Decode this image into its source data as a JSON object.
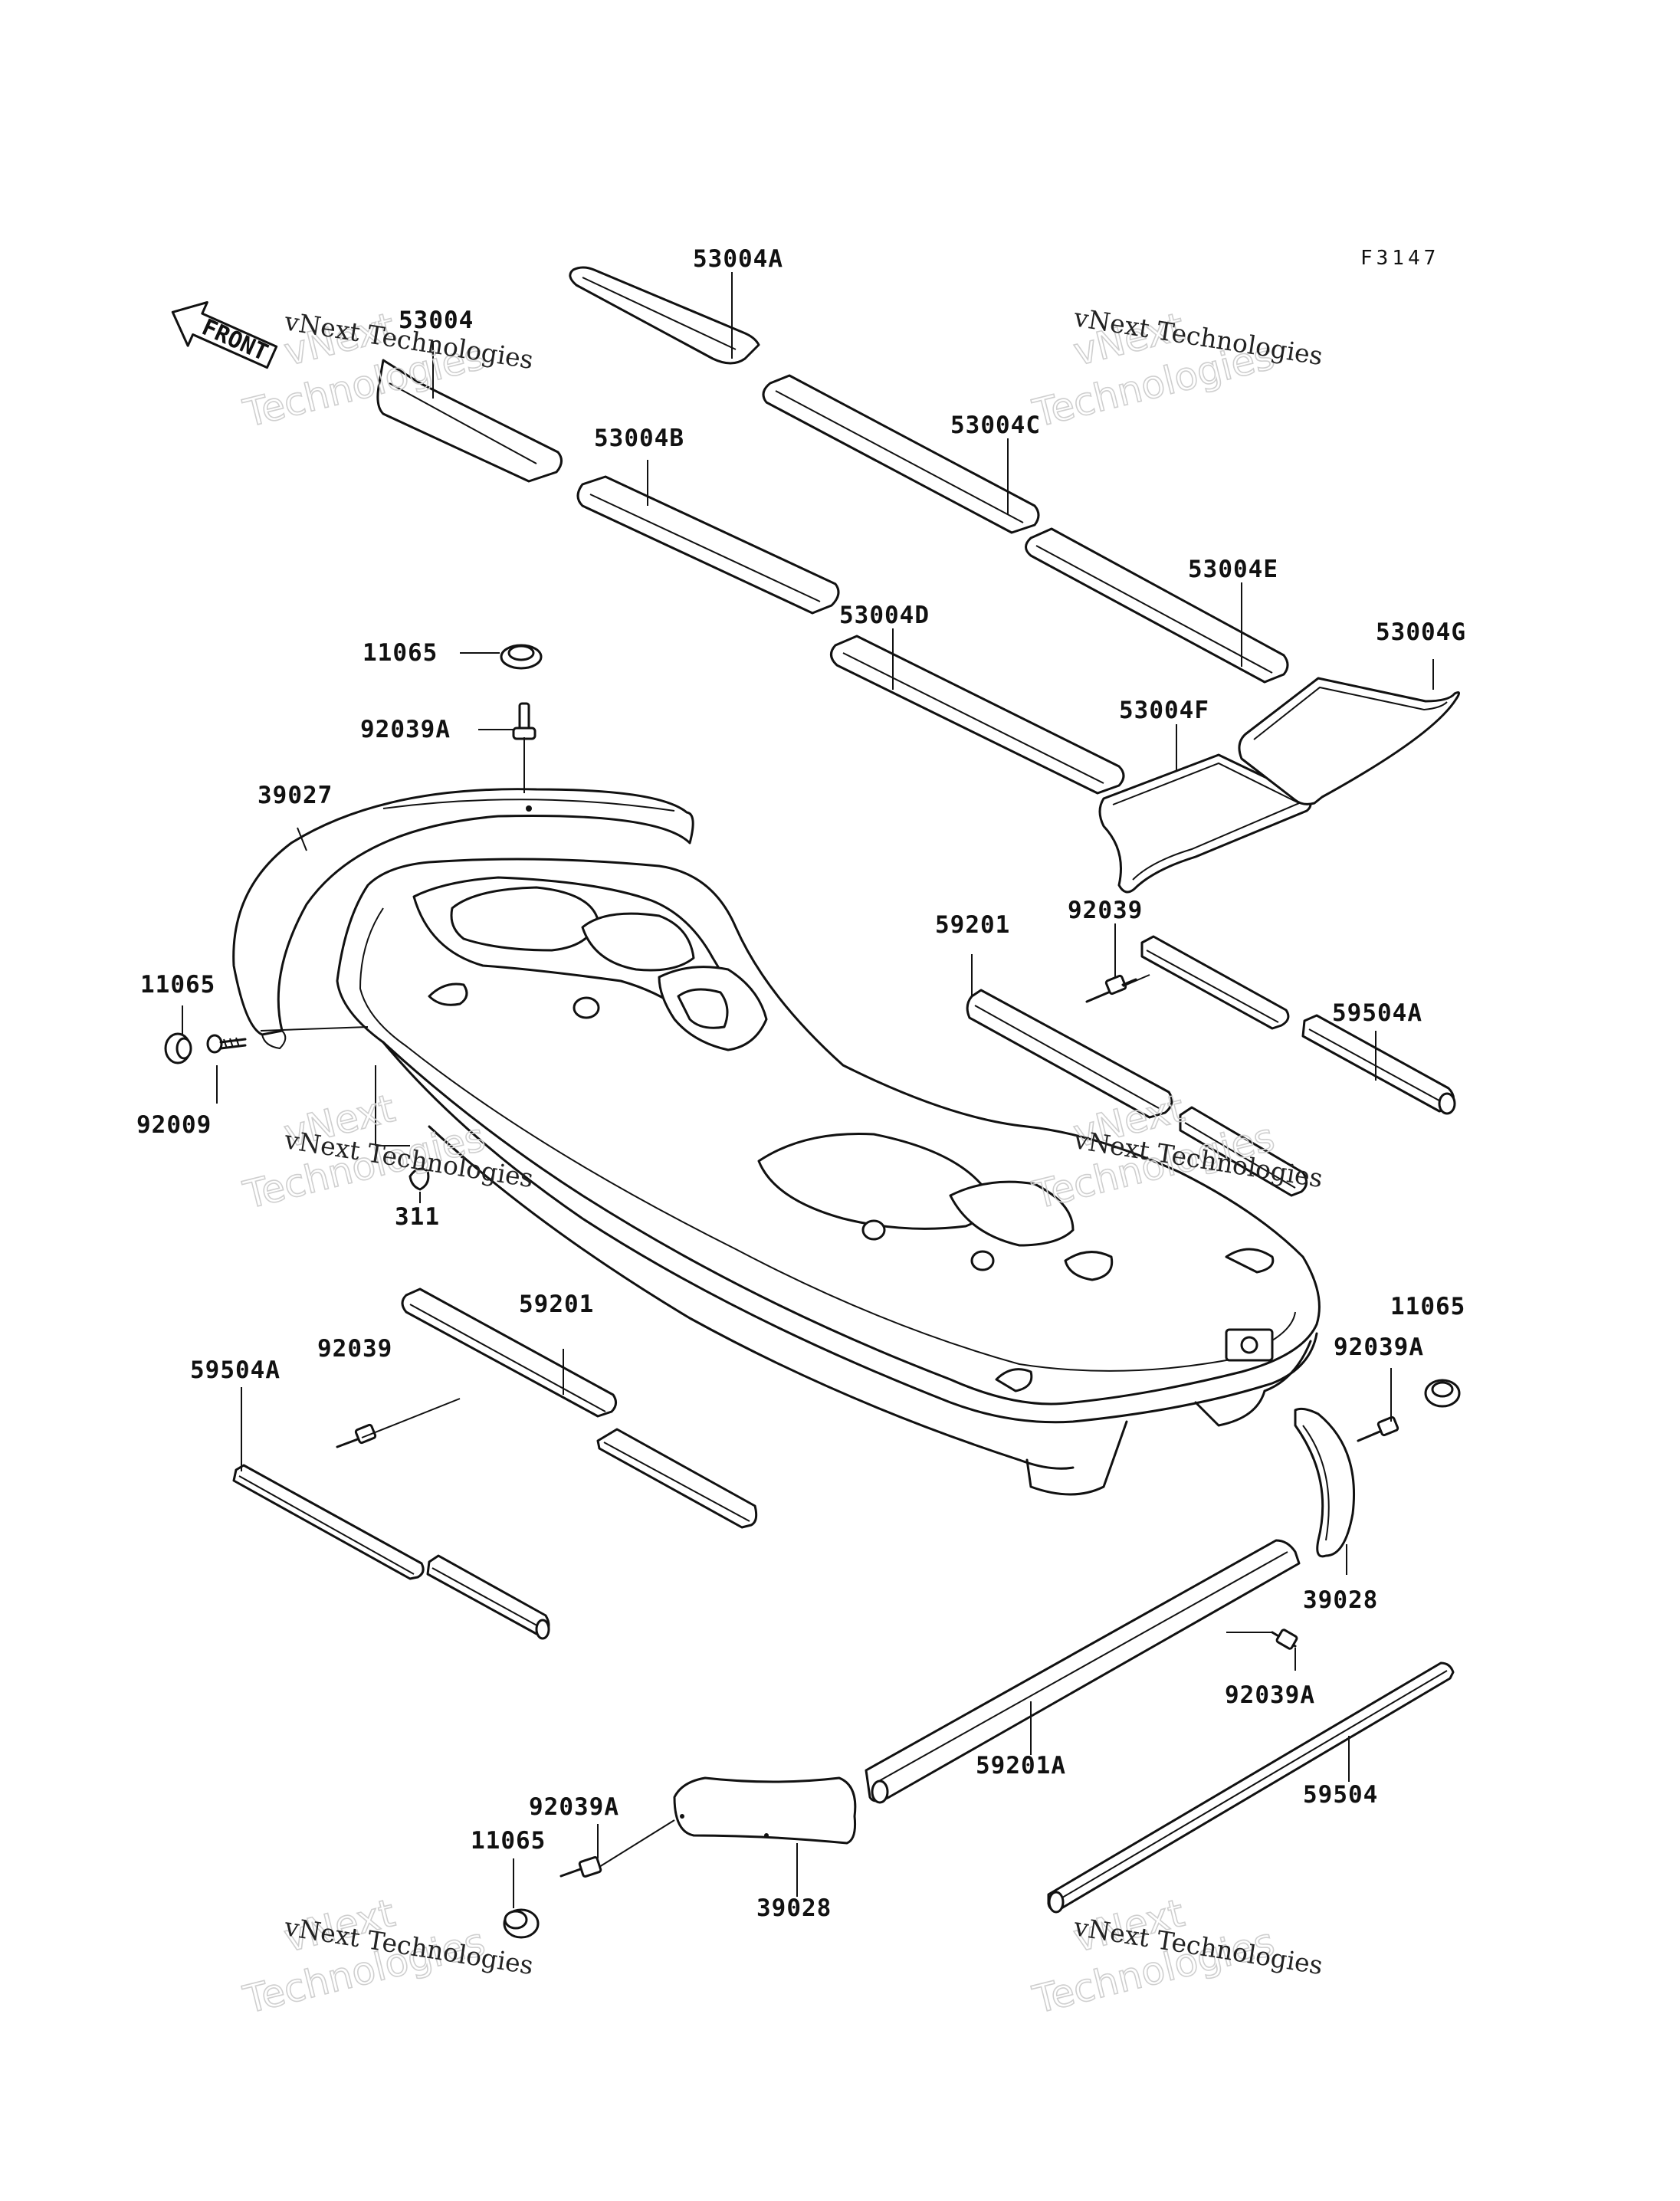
{
  "diagram": {
    "code": "F3147",
    "front_label": "FRONT",
    "watermark": {
      "line1": "vNext Technologies",
      "line2": "vNext",
      "line3": "Technologies"
    },
    "parts": {
      "p53004": "53004",
      "p53004A": "53004A",
      "p53004B": "53004B",
      "p53004C": "53004C",
      "p53004D": "53004D",
      "p53004E": "53004E",
      "p53004F": "53004F",
      "p53004G": "53004G",
      "p11065": "11065",
      "p92039A": "92039A",
      "p39027": "39027",
      "p92009": "92009",
      "p311": "311",
      "p59201": "59201",
      "p92039": "92039",
      "p59504A": "59504A",
      "p39028": "39028",
      "p59201A": "59201A",
      "p59504": "59504"
    }
  }
}
